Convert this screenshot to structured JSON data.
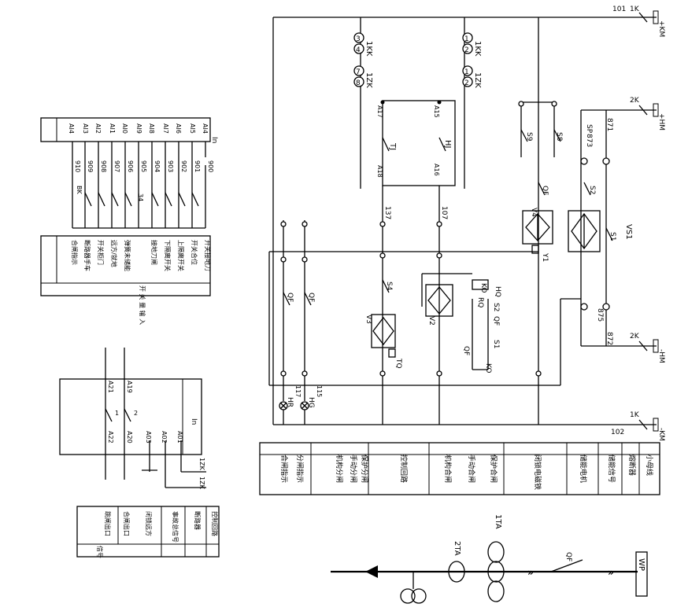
{
  "bus": {
    "kmp": "+KM",
    "kmn": "-KM",
    "hmp": "+HM",
    "hmn": "-HM",
    "w101": "101",
    "w102": "102",
    "w871": "871",
    "w872": "872",
    "w873": "873",
    "w875": "875",
    "k1a": "1K",
    "k1b": "1K",
    "k2a": "2K",
    "k2b": "2K"
  },
  "main": {
    "kk": "1KK",
    "zk": "1ZK",
    "kk_contacts": [
      "3",
      "4",
      "7",
      "8"
    ],
    "zk_contacts": [
      "1",
      "2",
      "1",
      "2"
    ],
    "a17": "A17",
    "a18": "A18",
    "a15": "A15",
    "a16": "A16",
    "tj": "TJ",
    "hj": "HJ",
    "s9": "S9",
    "s8": "S8",
    "sp": "SP",
    "w137": "137",
    "w107": "107",
    "qf": "QF",
    "s2": "S2",
    "s1": "S1",
    "vs1": "VS1",
    "v4": "V4",
    "y1": "Y1",
    "s4": "S4",
    "v3": "V3",
    "tq": "TQ",
    "v2": "V2",
    "hq": "HQ",
    "rq": "RQ",
    "ko": "KO",
    "hr": "HR",
    "hg": "HG",
    "w117": "117",
    "w115": "115"
  },
  "func_table": [
    "合闸指示",
    "分闸指示",
    "机构分闸",
    "手动分闸",
    "保护分闸",
    "控制回路",
    "机构合闸",
    "手动合闸",
    "保护合闸",
    "闭锁电磁铁",
    "储能电机",
    "储能信号",
    "熔断器",
    "小母线"
  ],
  "di_block": {
    "inputs": [
      "AI4",
      "AI3",
      "AI2",
      "AI1",
      "AI0",
      "AI9",
      "AI8",
      "AI7",
      "AI6",
      "AI5",
      "AI4"
    ],
    "in": "In",
    "wires": [
      "910",
      "909",
      "908",
      "907",
      "906",
      "905",
      "904",
      "903",
      "902",
      "901",
      "900"
    ],
    "labels": [
      "开关接地刀",
      "开关合位",
      "上隔离开关",
      "下隔离开关",
      "接地刀闸",
      "弹簧未储能",
      "远方/就地",
      "开关柜门",
      "断路器手车",
      "合闸指示"
    ],
    "footer": "开 关 量 输 入",
    "bk": "BK",
    "zk34": "34"
  },
  "do_block": {
    "pins": [
      "A19",
      "A21",
      "A20",
      "A22",
      "A01",
      "A02",
      "A03"
    ],
    "in": "In",
    "k1": "1",
    "k2": "2",
    "w_kk": "1ZK",
    "w_zk": "1ZK",
    "labels": [
      "跳闸出口",
      "合闸出口",
      "闭锁远方",
      "事故总信号",
      "断路器",
      "控制回路"
    ],
    "footer": "信号"
  },
  "one_line": {
    "ta1": "1TA",
    "ta2": "2TA",
    "qf": "QF",
    "wp": "WP"
  }
}
